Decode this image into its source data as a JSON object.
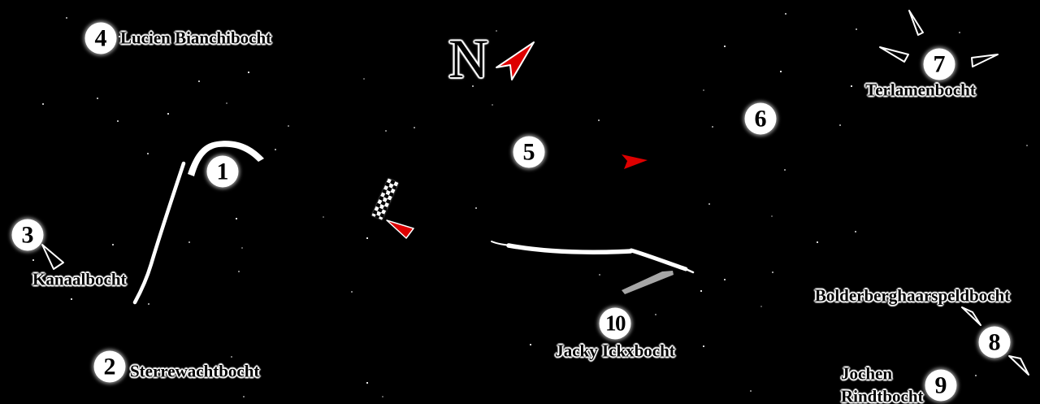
{
  "compass": {
    "label": "N"
  },
  "colors": {
    "background": "#000000",
    "arrow_red": "#dd0000",
    "track_edge_white": "#ffffff",
    "pit_area_gray": "#a6a6a6",
    "label_text": "#000000"
  },
  "corners": [
    {
      "number": "1",
      "name": ""
    },
    {
      "number": "2",
      "name": "Sterrewachtbocht"
    },
    {
      "number": "3",
      "name": "Kanaalbocht"
    },
    {
      "number": "4",
      "name": "Lucien Bianchibocht"
    },
    {
      "number": "5",
      "name": ""
    },
    {
      "number": "6",
      "name": ""
    },
    {
      "number": "7",
      "name": "Terlamenbocht"
    },
    {
      "number": "8",
      "name": "Bolderberghaarspeldbocht"
    },
    {
      "number": "9",
      "name": "Jochen Rindtbocht",
      "name_lines": [
        "Jochen",
        "Rindtbocht"
      ]
    },
    {
      "number": "10",
      "name": "Jacky Ickxbocht"
    }
  ]
}
